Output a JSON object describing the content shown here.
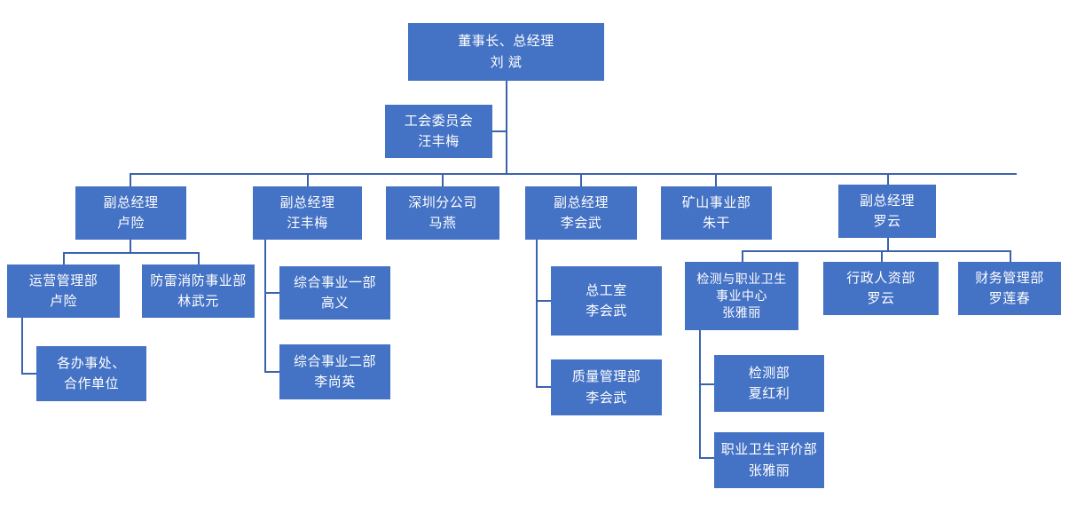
{
  "chart_data": {
    "type": "diagram",
    "title": "",
    "diagram_kind": "organization-chart",
    "orientation": "top-down",
    "box_color": "#4472C4",
    "line_color": "#3A63AE",
    "text_color": "#FFFFFF",
    "background": "#FFFFFF",
    "nodes": [
      {
        "id": "chairman",
        "title": "董事长、总经理",
        "person": "刘 斌",
        "level": 0,
        "parent": null
      },
      {
        "id": "union",
        "title": "工会委员会",
        "person": "汪丰梅",
        "level": 1,
        "parent": "chairman",
        "staff": true
      },
      {
        "id": "vp-luxian",
        "title": "副总经理",
        "person": "卢险",
        "level": 1,
        "parent": "chairman"
      },
      {
        "id": "vp-wangfengmei",
        "title": "副总经理",
        "person": "汪丰梅",
        "level": 1,
        "parent": "chairman"
      },
      {
        "id": "shenzhen-branch",
        "title": "深圳分公司",
        "person": "马燕",
        "level": 1,
        "parent": "chairman"
      },
      {
        "id": "vp-lihuiwu",
        "title": "副总经理",
        "person": "李会武",
        "level": 1,
        "parent": "chairman"
      },
      {
        "id": "mining-division",
        "title": "矿山事业部",
        "person": "朱干",
        "level": 1,
        "parent": "chairman"
      },
      {
        "id": "vp-luoyun",
        "title": "副总经理",
        "person": "罗云",
        "level": 1,
        "parent": "chairman"
      },
      {
        "id": "operations-dept",
        "title": "运营管理部",
        "person": "卢险",
        "level": 2,
        "parent": "vp-luxian"
      },
      {
        "id": "lightning-fire-division",
        "title": "防雷消防事业部",
        "person": "林武元",
        "level": 2,
        "parent": "vp-luxian"
      },
      {
        "id": "offices-partners",
        "title": "各办事处、",
        "person": "合作单位",
        "level": 3,
        "parent": "operations-dept"
      },
      {
        "id": "general-business-1",
        "title": "综合事业一部",
        "person": "高义",
        "level": 2,
        "parent": "vp-wangfengmei"
      },
      {
        "id": "general-business-2",
        "title": "综合事业二部",
        "person": "李尚英",
        "level": 2,
        "parent": "vp-wangfengmei"
      },
      {
        "id": "chief-engineer-office",
        "title": "总工室",
        "person": "李会武",
        "level": 2,
        "parent": "vp-lihuiwu"
      },
      {
        "id": "quality-dept",
        "title": "质量管理部",
        "person": "李会武",
        "level": 2,
        "parent": "vp-lihuiwu"
      },
      {
        "id": "testing-health-center",
        "title": "检测与职业卫生",
        "title2": "事业中心",
        "person": "张雅丽",
        "level": 2,
        "parent": "vp-luoyun"
      },
      {
        "id": "admin-hr-dept",
        "title": "行政人资部",
        "person": "罗云",
        "level": 2,
        "parent": "vp-luoyun"
      },
      {
        "id": "finance-dept",
        "title": "财务管理部",
        "person": "罗莲春",
        "level": 2,
        "parent": "vp-luoyun"
      },
      {
        "id": "testing-dept",
        "title": "检测部",
        "person": "夏红利",
        "level": 3,
        "parent": "testing-health-center"
      },
      {
        "id": "occupational-health-eval-dept",
        "title": "职业卫生评价部",
        "person": "张雅丽",
        "level": 3,
        "parent": "testing-health-center"
      }
    ]
  },
  "nodes": {
    "chairman": {
      "title": "董事长、总经理",
      "person": "刘 斌"
    },
    "union": {
      "title": "工会委员会",
      "person": "汪丰梅"
    },
    "vp_luxian": {
      "title": "副总经理",
      "person": "卢险"
    },
    "vp_wangfengmei": {
      "title": "副总经理",
      "person": "汪丰梅"
    },
    "shenzhen_branch": {
      "title": "深圳分公司",
      "person": "马燕"
    },
    "vp_lihuiwu": {
      "title": "副总经理",
      "person": "李会武"
    },
    "mining_division": {
      "title": "矿山事业部",
      "person": "朱干"
    },
    "vp_luoyun": {
      "title": "副总经理",
      "person": "罗云"
    },
    "operations_dept": {
      "title": "运营管理部",
      "person": "卢险"
    },
    "lightning_fire_division": {
      "title": "防雷消防事业部",
      "person": "林武元"
    },
    "offices_partners": {
      "title": "各办事处、",
      "person": "合作单位"
    },
    "general_business_1": {
      "title": "综合事业一部",
      "person": "高义"
    },
    "general_business_2": {
      "title": "综合事业二部",
      "person": "李尚英"
    },
    "chief_engineer_office": {
      "title": "总工室",
      "person": "李会武"
    },
    "quality_dept": {
      "title": "质量管理部",
      "person": "李会武"
    },
    "testing_health_center": {
      "title": "检测与职业卫生",
      "title2": "事业中心",
      "person": "张雅丽"
    },
    "admin_hr_dept": {
      "title": "行政人资部",
      "person": "罗云"
    },
    "finance_dept": {
      "title": "财务管理部",
      "person": "罗莲春"
    },
    "testing_dept": {
      "title": "检测部",
      "person": "夏红利"
    },
    "occupational_health_eval_dept": {
      "title": "职业卫生评价部",
      "person": "张雅丽"
    }
  }
}
